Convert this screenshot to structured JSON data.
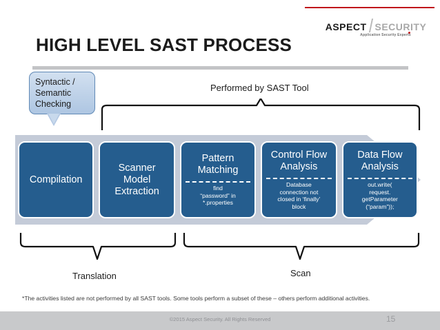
{
  "brand": {
    "logo_primary": "ASPECT",
    "logo_secondary": "SECURITY",
    "tagline": "Application Security Experts",
    "accent_color": "#c0131a"
  },
  "header": {
    "title": "HIGH LEVEL SAST PROCESS",
    "rule_color": "#c3c4c6"
  },
  "callout": {
    "text": "Syntactic / Semantic Checking",
    "line1": "Syntactic /",
    "line2": "Semantic",
    "line3": "Checking",
    "fill_color": "#aec6e2",
    "border_color": "#5f88b5"
  },
  "diagram": {
    "top_bracket_label": "Performed by SAST Tool",
    "box_color": "#255d8e",
    "arrow_color": "#c4cbd8",
    "stages": [
      {
        "name": "Compilation",
        "title_lines": [
          "Compilation"
        ],
        "example_lines": []
      },
      {
        "name": "Scanner Model Extraction",
        "title_lines": [
          "Scanner",
          "Model",
          "Extraction"
        ],
        "example_lines": []
      },
      {
        "name": "Pattern Matching",
        "title_lines": [
          "Pattern",
          "Matching"
        ],
        "example_lines": [
          "find",
          "“password” in",
          "*.properties"
        ]
      },
      {
        "name": "Control Flow Analysis",
        "title_lines": [
          "Control Flow",
          "Analysis"
        ],
        "example_lines": [
          "Database",
          "connection not",
          "closed in ‘finally’",
          "block"
        ]
      },
      {
        "name": "Data Flow Analysis",
        "title_lines": [
          "Data Flow",
          "Analysis"
        ],
        "example_lines": [
          "out.write(",
          "request.",
          "getParameter",
          "(“param”));"
        ]
      }
    ],
    "bottom_brackets": [
      {
        "label": "Translation"
      },
      {
        "label": "Scan"
      }
    ]
  },
  "footnote": "*The activities listed are not performed by all SAST tools.  Some tools perform a subset of these – others perform additional activities.",
  "footer": {
    "copyright": "©2015 Aspect Security. All Rights Reserved",
    "page_number": "15",
    "bar_color": "#c8c9cb"
  }
}
